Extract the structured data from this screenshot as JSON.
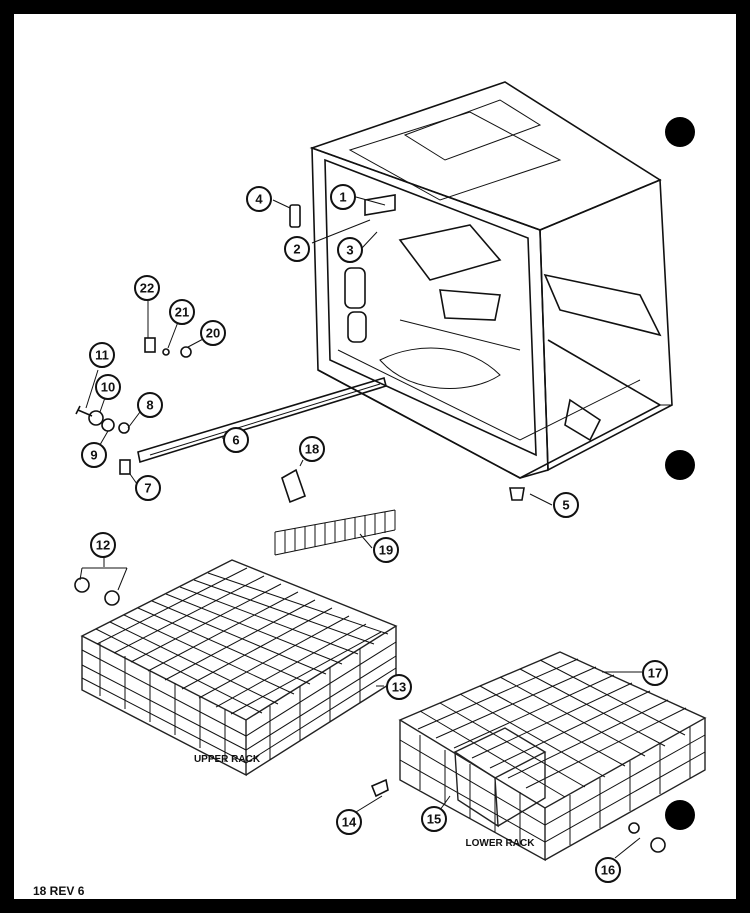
{
  "labels": {
    "upper_rack": "UPPER RACK",
    "lower_rack": "LOWER RACK",
    "footer": "18 REV 6"
  },
  "callouts": [
    "1",
    "2",
    "3",
    "4",
    "5",
    "6",
    "7",
    "8",
    "9",
    "10",
    "11",
    "12",
    "13",
    "14",
    "15",
    "16",
    "17",
    "18",
    "19",
    "20",
    "21",
    "22"
  ],
  "colors": {
    "ink": "#111111",
    "paper": "#ffffff",
    "border": "#000000"
  }
}
